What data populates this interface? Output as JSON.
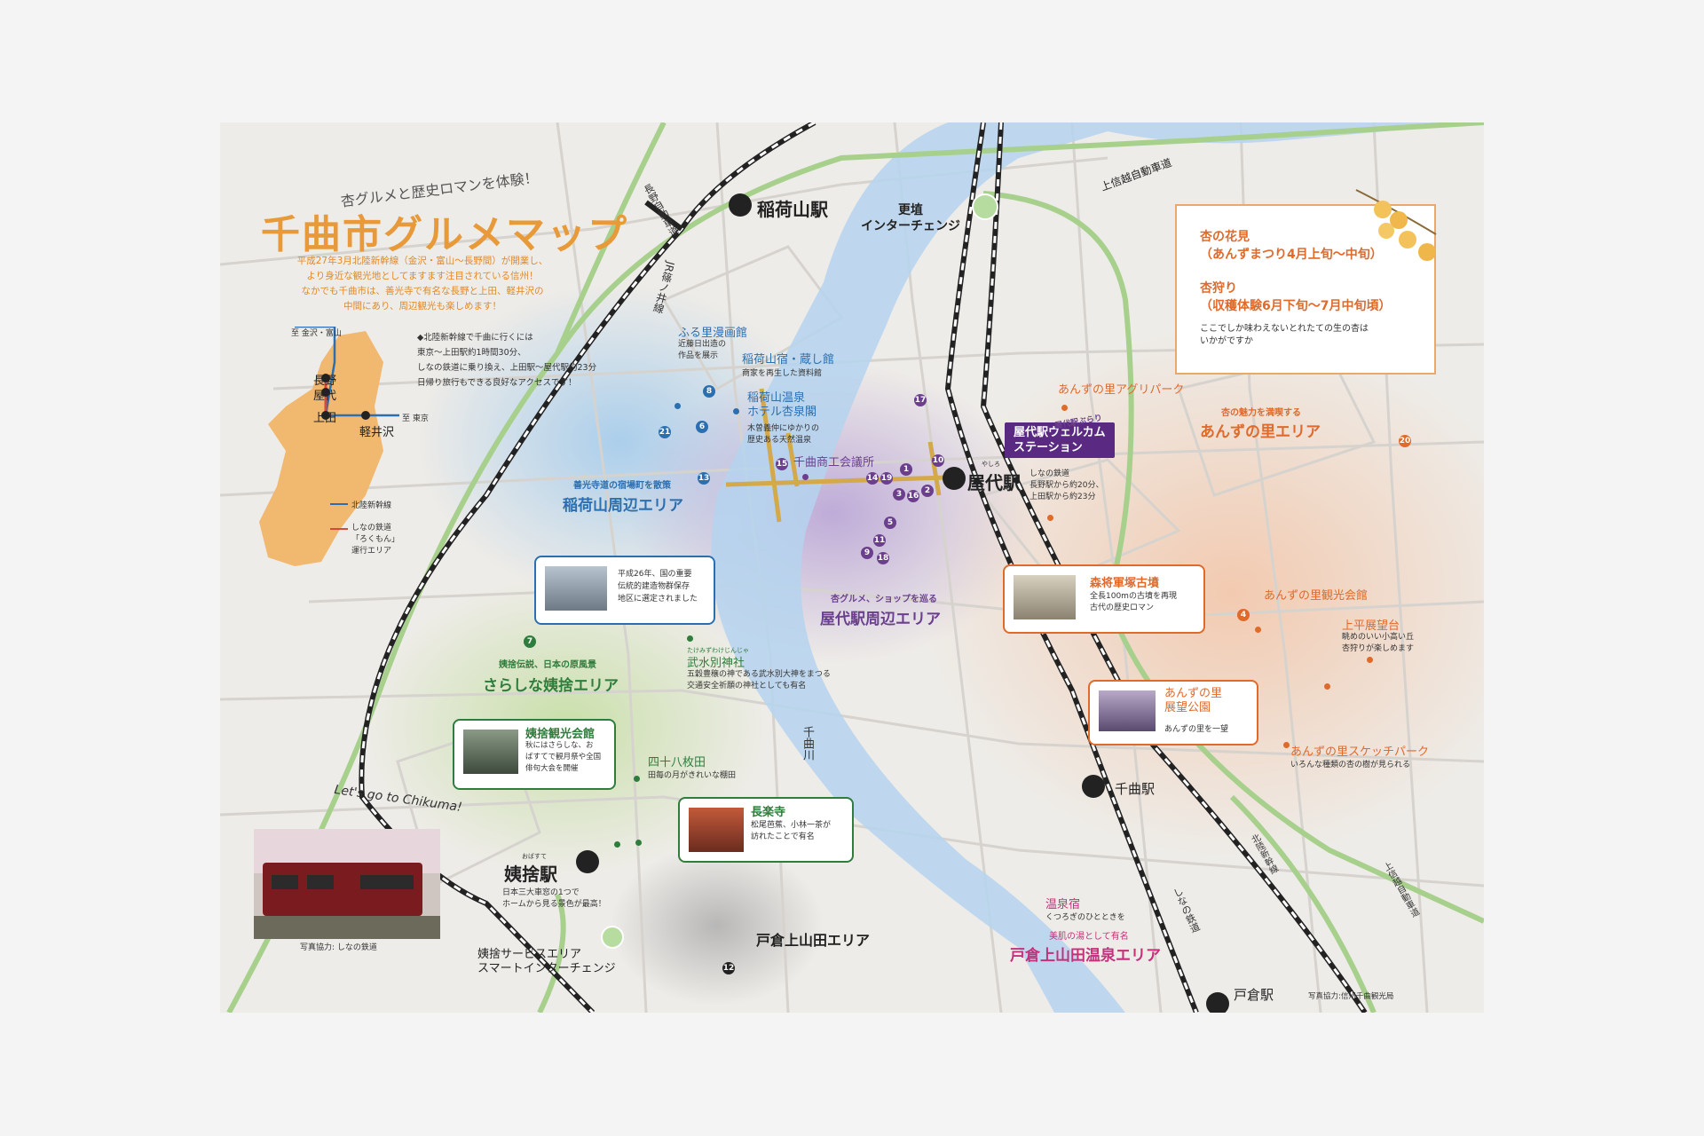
{
  "title": "千曲市グルメマップ",
  "subtitle": "杏グルメと歴史ロマンを体験！",
  "intro": [
    "平成27年3月北陸新幹線（金沢・富山〜長野間）が開業し、",
    "より身近な観光地としてますます注目されている信州！",
    "なかでも千曲市は、善光寺で有名な長野と上田、軽井沢の",
    "中間にあり、周辺観光も楽しめます！"
  ],
  "access_note": [
    "◆北陸新幹線で千曲に行くには",
    "東京〜上田駅約1時間30分、",
    "しなの鉄道に乗り換え、上田駅〜屋代駅約23分",
    "日帰り旅行もできる良好なアクセスです！"
  ],
  "inset": {
    "to_kanazawa": "至 金沢・富山",
    "to_tokyo": "至 東京",
    "nagano": "長野",
    "yashiro": "屋代",
    "ueda": "上田",
    "karuizawa": "軽井沢",
    "legend_shinkansen": "北陸新幹線",
    "legend_shinano": [
      "しなの鉄道",
      "「ろくもん」",
      "運行エリア"
    ]
  },
  "colors": {
    "title": "#e89a3a",
    "blue": "#2c6fb0",
    "green": "#2f7d3c",
    "purple": "#6b3f8e",
    "orange": "#e06a2a",
    "pink": "#c6307a",
    "river": "#9cc4e6",
    "highway": "#a8d08d"
  },
  "stations": {
    "inariyama": "稲荷山駅",
    "yashiro": "屋代駅",
    "yashiro_ruby": "やしろ",
    "obasute": "姨捨駅",
    "obasute_ruby": "おばすて",
    "chikuma": "千曲駅",
    "togura": "戸倉駅"
  },
  "labels": {
    "koshoku_ic": [
      "更埴",
      "インターチェンジ"
    ],
    "joshin_expressway": "上信越自動車道",
    "nagano_expressway": "長野自動車道",
    "jr_shinonoi": "JR篠ノ井線",
    "chikuma_river": "千曲川",
    "shinano_railway": "しなの鉄道",
    "shinkansen": "北陸新幹線",
    "joshin_expressway_2": "上信越自動車道",
    "obasute_sa": [
      "姨捨サービスエリア",
      "スマートインターチェンジ"
    ],
    "togura_area": "戸倉上山田エリア"
  },
  "inariyama_area": {
    "sub": "善光寺道の宿場町を散策",
    "name": "稲荷山周辺エリア",
    "furusato": "ふる里漫画館",
    "furusato_desc": [
      "近藤日出造の",
      "作品を展示"
    ],
    "kura": "稲荷山宿・蔵し館",
    "kura_desc": "商家を再生した資料館",
    "hotel": [
      "稲荷山温泉",
      "ホテル杏泉閣"
    ],
    "hotel_desc": [
      "木曽義仲にゆかりの",
      "歴史ある天然温泉"
    ],
    "card_desc": [
      "平成26年、国の重要",
      "伝統的建造物群保存",
      "地区に選定されました"
    ]
  },
  "yashiro_area": {
    "sub": "杏グルメ、ショップを巡る",
    "name": "屋代駅周辺エリア",
    "chamber": "千曲商工会議所",
    "welcome": [
      "屋代駅ウェルカム",
      "ステーション"
    ],
    "welcome_tag": "屋代駅ぶらり",
    "access": [
      "しなの鉄道",
      "長野駅から約20分、",
      "上田駅から約23分"
    ]
  },
  "obasute_area": {
    "sub": "姨捨伝説、日本の原風景",
    "name": "さらしな姨捨エリア",
    "takemizu": "武水別神社",
    "takemizu_ruby": "たけみずわけじんじゃ",
    "takemizu_desc": [
      "五穀豊穣の神である武水別大神をまつる",
      "交通安全祈願の神社としても有名"
    ],
    "kankokaikan": "姨捨観光会館",
    "kankokaikan_desc": [
      "秋にはさらしな、お",
      "ばすてで観月祭や全国",
      "俳句大会を開催"
    ],
    "yojuhachi": "四十八枚田",
    "yojuhachi_desc": "田毎の月がきれいな棚田",
    "chorakuji": "長楽寺",
    "chorakuji_desc": [
      "松尾芭蕉、小林一茶が",
      "訪れたことで有名"
    ],
    "station_desc": [
      "日本三大車窓の1つで",
      "ホームから見る景色が最高！"
    ]
  },
  "anzu_area": {
    "sub": "杏の魅力を満喫する",
    "name": "あんずの里エリア",
    "agripark": "あんずの里アグリパーク",
    "kankokaikan": "あんずの里観光会館",
    "kamihira": "上平展望台",
    "kamihira_desc": [
      "眺めのいい小高い丘",
      "杏狩りが楽しめます"
    ],
    "sketch": "あんずの里スケッチパーク",
    "sketch_desc": "いろんな種類の杏の樹が見られる",
    "tenbo": [
      "あんずの里",
      "展望公園"
    ],
    "tenbo_desc": "あんずの里を一望",
    "kofun": "森将軍塚古墳",
    "kofun_desc": [
      "全長100mの古墳を再現",
      "古代の歴史ロマン"
    ]
  },
  "onsen_area": {
    "yado": "温泉宿",
    "yado_desc": "くつろぎのひとときを",
    "sub": "美肌の湯として有名",
    "name": "戸倉上山田温泉エリア"
  },
  "anzu_box": {
    "hanami": "杏の花見",
    "hanami_period": "（あんずまつり4月上旬〜中旬）",
    "karigari": "杏狩り",
    "karigari_period": "（収穫体験6月下旬〜7月中旬頃）",
    "desc": [
      "ここでしか味わえないとれたての生の杏は",
      "いかがですか"
    ]
  },
  "pins_blue": [
    "8",
    "6",
    "21",
    "13"
  ],
  "pins_purple": [
    "17",
    "10",
    "1",
    "15",
    "14",
    "19",
    "3",
    "16",
    "2",
    "5",
    "11",
    "9",
    "18"
  ],
  "pins_other": {
    "green": "7",
    "orange4": "4",
    "orange20": "20",
    "gray": "12"
  },
  "lets_go": "Let's go to Chikuma!",
  "photo_credit_train": "写真協力: しなの鉄道",
  "photo_credit": "写真協力:信州千曲観光局"
}
